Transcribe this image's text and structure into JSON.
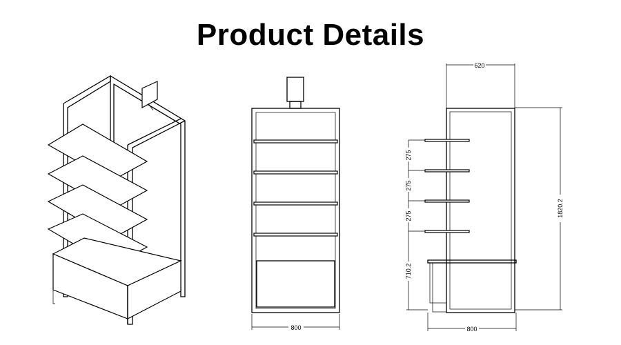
{
  "title": "Product Details",
  "side_view": {
    "depth_label": "620",
    "height_label": "1820.2",
    "shelf_spacing_labels": [
      "275",
      "275",
      "275"
    ],
    "base_height_label": "710.2",
    "width_label": "800"
  },
  "front_view": {
    "width_label": "800"
  }
}
